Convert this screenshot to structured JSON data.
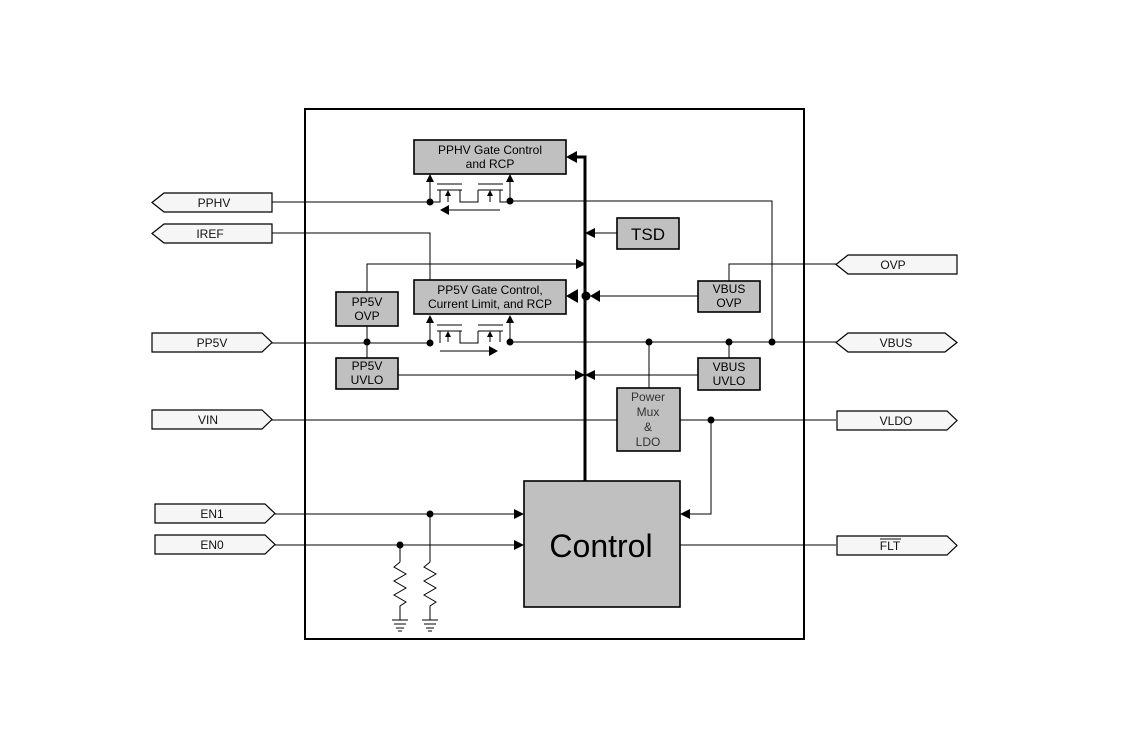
{
  "pins_left": {
    "pphv": "PPHV",
    "iref": "IREF",
    "pp5v": "PP5V",
    "vin": "VIN",
    "en1": "EN1",
    "en0": "EN0"
  },
  "pins_right": {
    "ovp": "OVP",
    "vbus": "VBUS",
    "vldo": "VLDO",
    "flt": "FLT"
  },
  "blocks": {
    "pphv_gate": [
      "PPHV Gate Control",
      "and RCP"
    ],
    "pp5v_gate": [
      "PP5V Gate Control,",
      "Current Limit, and RCP"
    ],
    "tsd": "TSD",
    "pp5v_ovp": [
      "PP5V",
      "OVP"
    ],
    "pp5v_uvlo": [
      "PP5V",
      "UVLO"
    ],
    "vbus_ovp": [
      "VBUS",
      "OVP"
    ],
    "vbus_uvlo": [
      "VBUS",
      "UVLO"
    ],
    "power_mux": [
      "Power",
      "Mux",
      "&",
      "LDO"
    ],
    "control": "Control"
  }
}
